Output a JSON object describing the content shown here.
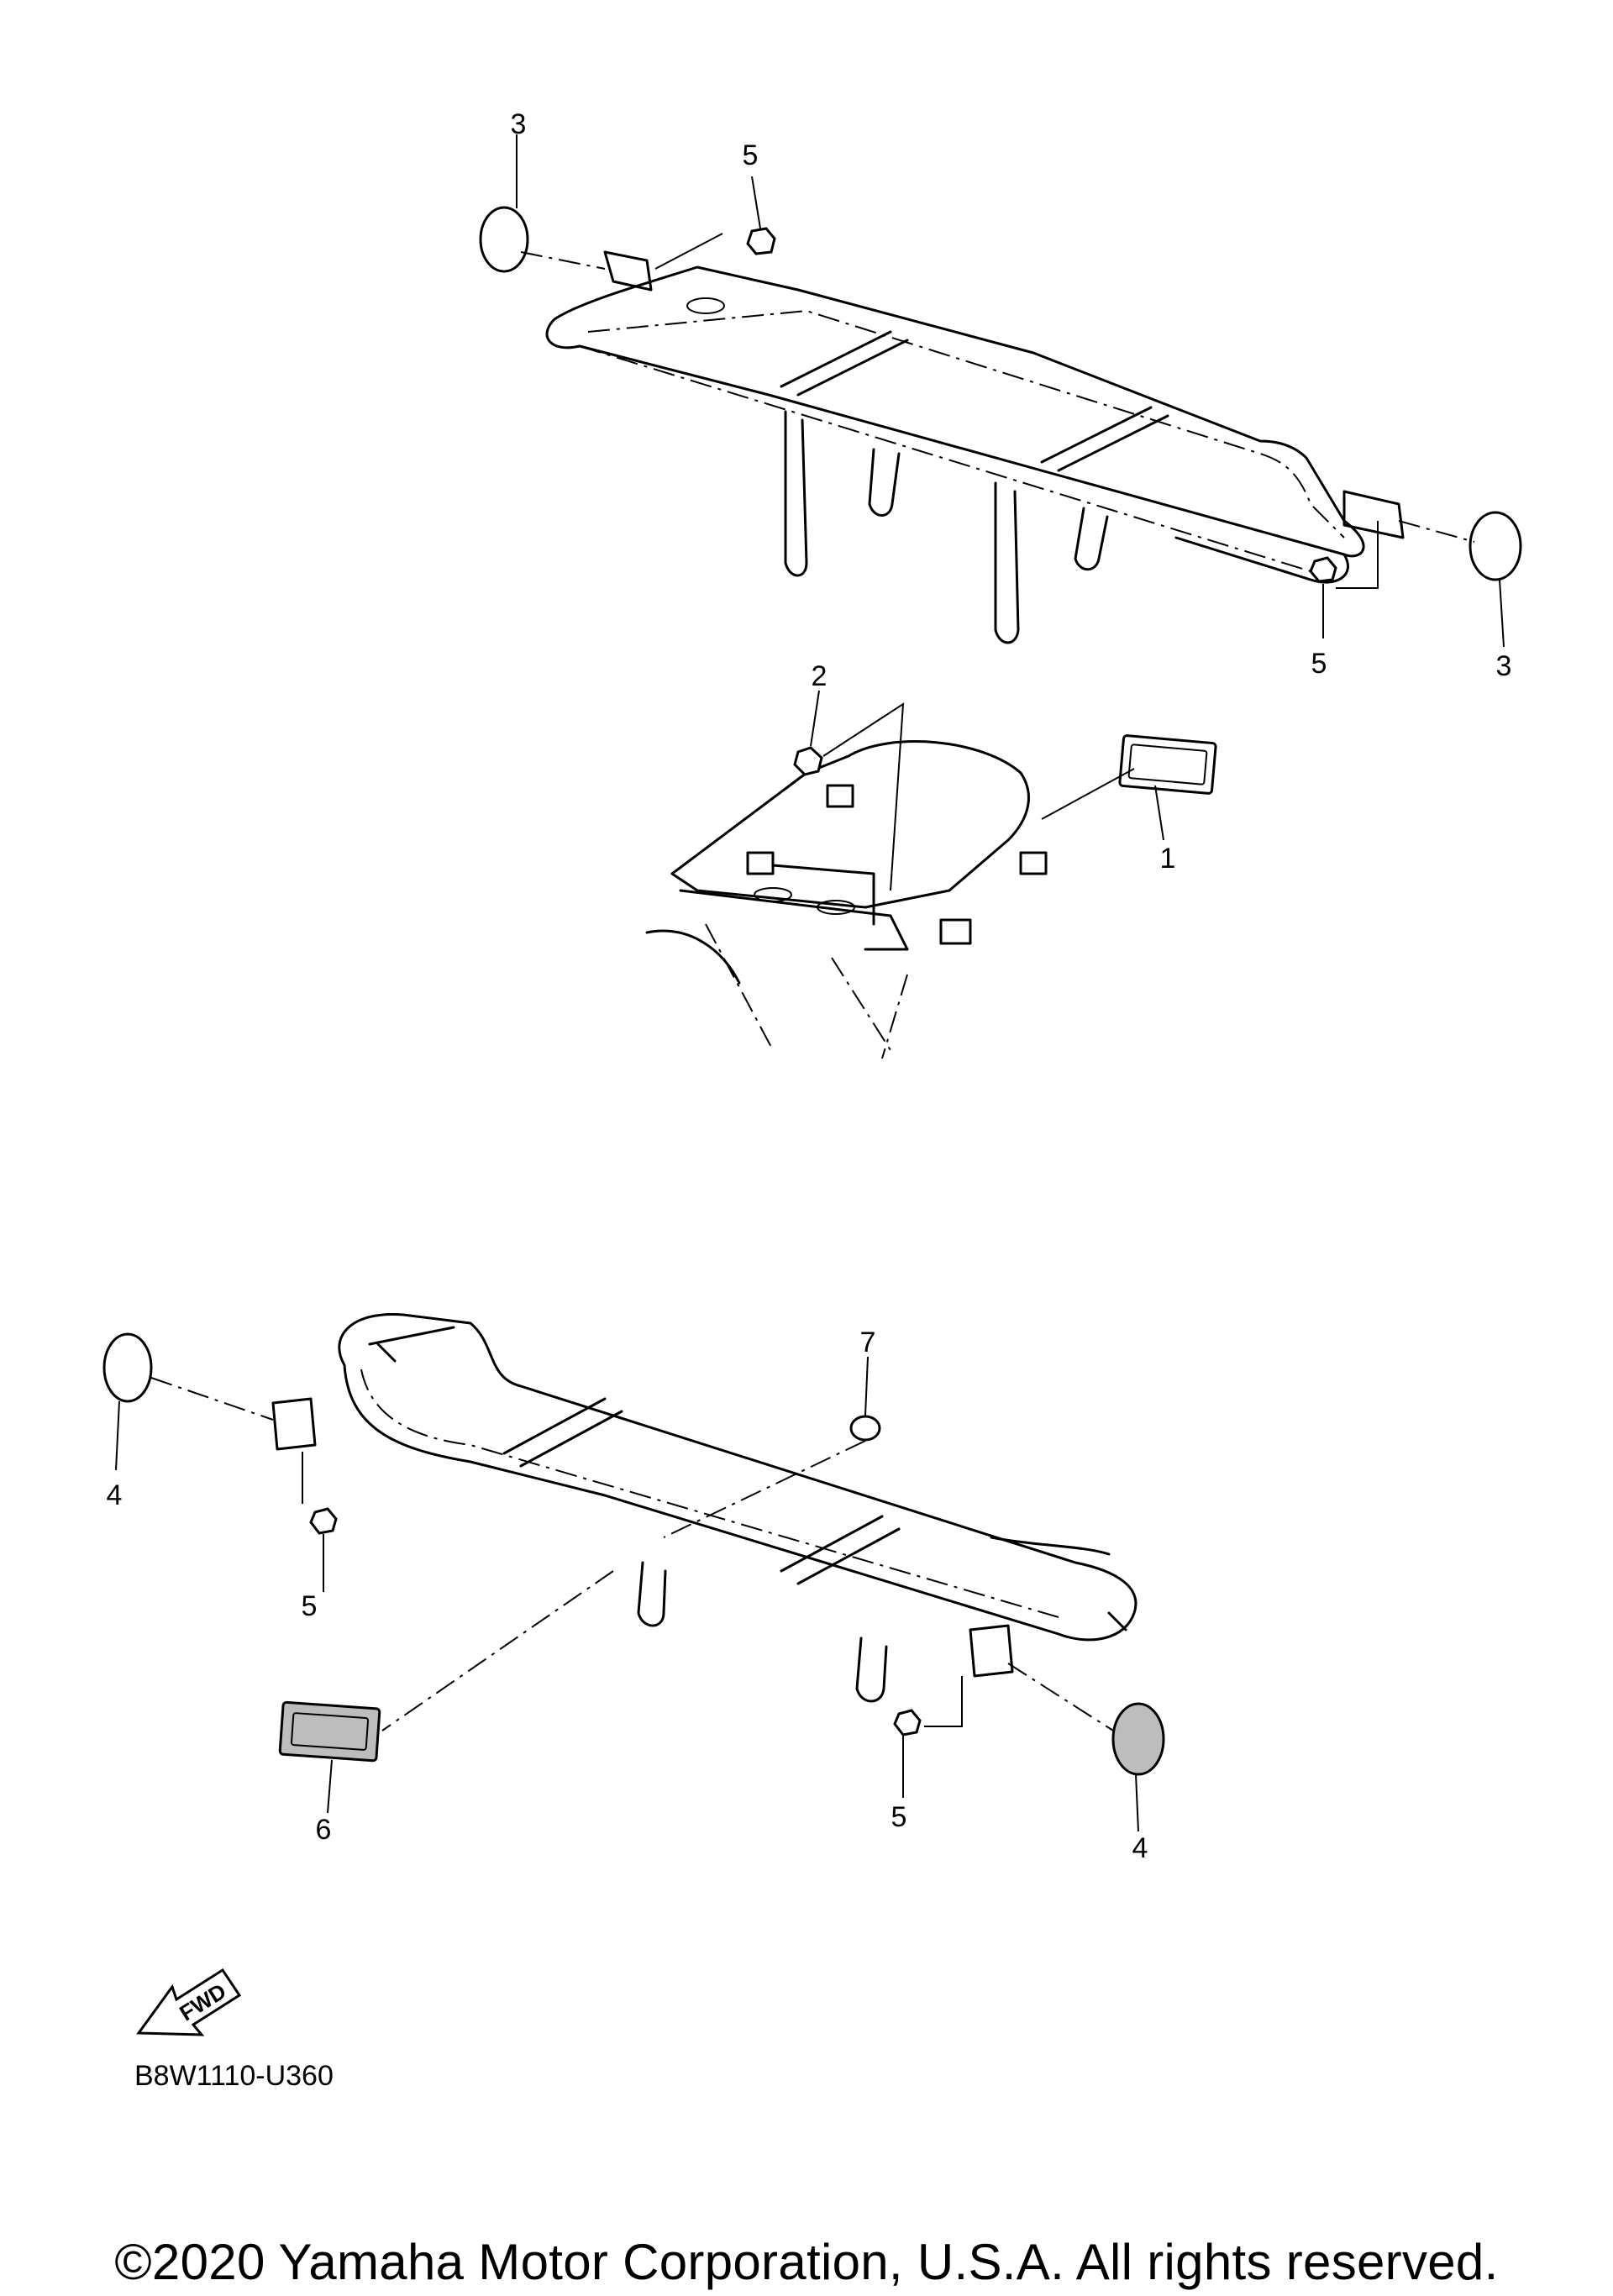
{
  "diagram": {
    "callouts": [
      {
        "id": "c3a",
        "label": "3"
      },
      {
        "id": "c5a",
        "label": "5"
      },
      {
        "id": "c5b",
        "label": "5"
      },
      {
        "id": "c3b",
        "label": "3"
      },
      {
        "id": "c2",
        "label": "2"
      },
      {
        "id": "c1",
        "label": "1"
      },
      {
        "id": "c7",
        "label": "7"
      },
      {
        "id": "c4a",
        "label": "4"
      },
      {
        "id": "c5c",
        "label": "5"
      },
      {
        "id": "c6",
        "label": "6"
      },
      {
        "id": "c5d",
        "label": "5"
      },
      {
        "id": "c4b",
        "label": "4"
      }
    ],
    "fwd_label": "FWD",
    "ref_code": "B8W1110-U360"
  },
  "footer": {
    "copyright": "©2020 Yamaha Motor Corporation, U.S.A. All rights reserved."
  }
}
